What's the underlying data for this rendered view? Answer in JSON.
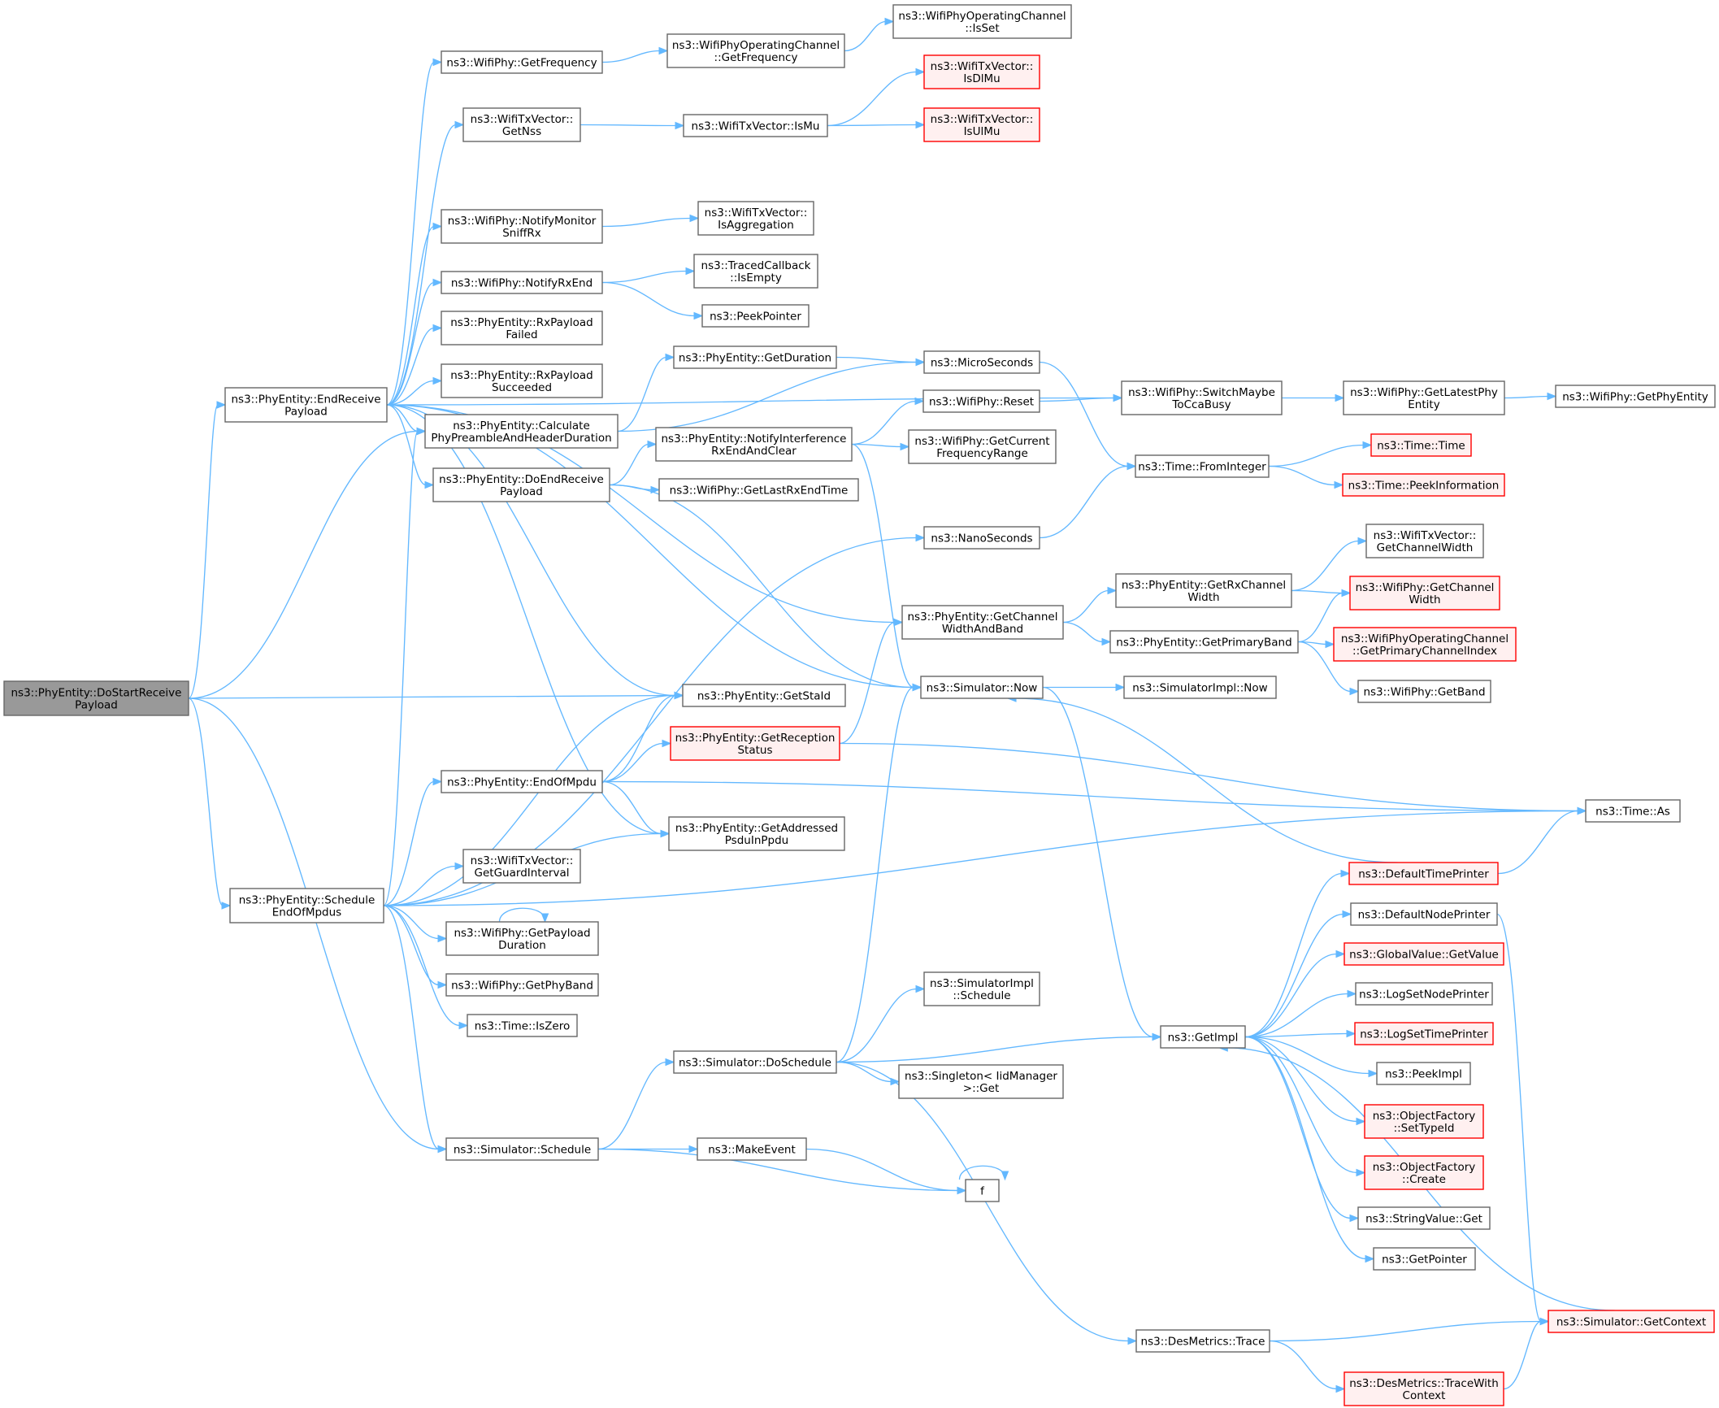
{
  "colors": {
    "edge": "#63b8ff",
    "node_border": "#666666",
    "node_fill": "#ffffff",
    "focus_fill": "#999999",
    "focus_border": "#666666",
    "truncated_border": "#ff0000",
    "truncated_fill": "#fff0f0",
    "text": "#000000"
  },
  "nodes": [
    {
      "id": "doStart",
      "lines": [
        "ns3::PhyEntity::DoStartReceive",
        "Payload"
      ],
      "style": "focus"
    },
    {
      "id": "endRecv",
      "lines": [
        "ns3::PhyEntity::EndReceive",
        "Payload"
      ],
      "style": "normal"
    },
    {
      "id": "schedEnd",
      "lines": [
        "ns3::PhyEntity::Schedule",
        "EndOfMpdus"
      ],
      "style": "normal"
    },
    {
      "id": "getFreq",
      "lines": [
        "ns3::WifiPhy::GetFrequency"
      ],
      "style": "normal"
    },
    {
      "id": "opGetFreq",
      "lines": [
        "ns3::WifiPhyOperatingChannel",
        "::GetFrequency"
      ],
      "style": "normal"
    },
    {
      "id": "isSet",
      "lines": [
        "ns3::WifiPhyOperatingChannel",
        "::IsSet"
      ],
      "style": "normal"
    },
    {
      "id": "getNss",
      "lines": [
        "ns3::WifiTxVector::",
        "GetNss"
      ],
      "style": "normal"
    },
    {
      "id": "isMu",
      "lines": [
        "ns3::WifiTxVector::IsMu"
      ],
      "style": "normal"
    },
    {
      "id": "isDlMu",
      "lines": [
        "ns3::WifiTxVector::",
        "IsDlMu"
      ],
      "style": "truncated"
    },
    {
      "id": "isUlMu",
      "lines": [
        "ns3::WifiTxVector::",
        "IsUlMu"
      ],
      "style": "truncated"
    },
    {
      "id": "notifyMon",
      "lines": [
        "ns3::WifiPhy::NotifyMonitor",
        "SniffRx"
      ],
      "style": "normal"
    },
    {
      "id": "isAgg",
      "lines": [
        "ns3::WifiTxVector::",
        "IsAggregation"
      ],
      "style": "normal"
    },
    {
      "id": "notifyRxEnd",
      "lines": [
        "ns3::WifiPhy::NotifyRxEnd"
      ],
      "style": "normal"
    },
    {
      "id": "isEmpty",
      "lines": [
        "ns3::TracedCallback",
        "::IsEmpty"
      ],
      "style": "normal"
    },
    {
      "id": "peekPtr",
      "lines": [
        "ns3::PeekPointer"
      ],
      "style": "normal"
    },
    {
      "id": "rxFailed",
      "lines": [
        "ns3::PhyEntity::RxPayload",
        "Failed"
      ],
      "style": "normal"
    },
    {
      "id": "rxSucc",
      "lines": [
        "ns3::PhyEntity::RxPayload",
        "Succeeded"
      ],
      "style": "normal"
    },
    {
      "id": "calcPre",
      "lines": [
        "ns3::PhyEntity::Calculate",
        "PhyPreambleAndHeaderDuration"
      ],
      "style": "normal"
    },
    {
      "id": "getDur",
      "lines": [
        "ns3::PhyEntity::GetDuration"
      ],
      "style": "normal"
    },
    {
      "id": "micro",
      "lines": [
        "ns3::MicroSeconds"
      ],
      "style": "normal"
    },
    {
      "id": "switchCca",
      "lines": [
        "ns3::WifiPhy::SwitchMaybe",
        "ToCcaBusy"
      ],
      "style": "normal"
    },
    {
      "id": "latestPhy",
      "lines": [
        "ns3::WifiPhy::GetLatestPhy",
        "Entity"
      ],
      "style": "normal"
    },
    {
      "id": "getPhyEnt",
      "lines": [
        "ns3::WifiPhy::GetPhyEntity"
      ],
      "style": "normal"
    },
    {
      "id": "doEndRecv",
      "lines": [
        "ns3::PhyEntity::DoEndReceive",
        "Payload"
      ],
      "style": "normal"
    },
    {
      "id": "notifyInt",
      "lines": [
        "ns3::PhyEntity::NotifyInterference",
        "RxEndAndClear"
      ],
      "style": "normal"
    },
    {
      "id": "reset",
      "lines": [
        "ns3::WifiPhy::Reset"
      ],
      "style": "normal"
    },
    {
      "id": "curFreqRange",
      "lines": [
        "ns3::WifiPhy::GetCurrent",
        "FrequencyRange"
      ],
      "style": "normal"
    },
    {
      "id": "lastRxEnd",
      "lines": [
        "ns3::WifiPhy::GetLastRxEndTime"
      ],
      "style": "normal"
    },
    {
      "id": "fromInt",
      "lines": [
        "ns3::Time::FromInteger"
      ],
      "style": "normal"
    },
    {
      "id": "timeTime",
      "lines": [
        "ns3::Time::Time"
      ],
      "style": "truncated"
    },
    {
      "id": "peekInfo",
      "lines": [
        "ns3::Time::PeekInformation"
      ],
      "style": "truncated"
    },
    {
      "id": "nano",
      "lines": [
        "ns3::NanoSeconds"
      ],
      "style": "normal"
    },
    {
      "id": "txGetCW",
      "lines": [
        "ns3::WifiTxVector::",
        "GetChannelWidth"
      ],
      "style": "normal"
    },
    {
      "id": "getRxCW",
      "lines": [
        "ns3::PhyEntity::GetRxChannel",
        "Width"
      ],
      "style": "normal"
    },
    {
      "id": "phyGetCW",
      "lines": [
        "ns3::WifiPhy::GetChannel",
        "Width"
      ],
      "style": "truncated"
    },
    {
      "id": "getCWB",
      "lines": [
        "ns3::PhyEntity::GetChannel",
        "WidthAndBand"
      ],
      "style": "normal"
    },
    {
      "id": "primBand",
      "lines": [
        "ns3::PhyEntity::GetPrimaryBand"
      ],
      "style": "normal"
    },
    {
      "id": "primIdx",
      "lines": [
        "ns3::WifiPhyOperatingChannel",
        "::GetPrimaryChannelIndex"
      ],
      "style": "truncated"
    },
    {
      "id": "getBand",
      "lines": [
        "ns3::WifiPhy::GetBand"
      ],
      "style": "normal"
    },
    {
      "id": "getStaId",
      "lines": [
        "ns3::PhyEntity::GetStaId"
      ],
      "style": "normal"
    },
    {
      "id": "simNow",
      "lines": [
        "ns3::Simulator::Now"
      ],
      "style": "normal"
    },
    {
      "id": "implNow",
      "lines": [
        "ns3::SimulatorImpl::Now"
      ],
      "style": "normal"
    },
    {
      "id": "getRecStat",
      "lines": [
        "ns3::PhyEntity::GetReception",
        "Status"
      ],
      "style": "truncated"
    },
    {
      "id": "endOfMpdu",
      "lines": [
        "ns3::PhyEntity::EndOfMpdu"
      ],
      "style": "normal"
    },
    {
      "id": "timeAs",
      "lines": [
        "ns3::Time::As"
      ],
      "style": "normal"
    },
    {
      "id": "getAddr",
      "lines": [
        "ns3::PhyEntity::GetAddressed",
        "PsduInPpdu"
      ],
      "style": "normal"
    },
    {
      "id": "guardInt",
      "lines": [
        "ns3::WifiTxVector::",
        "GetGuardInterval"
      ],
      "style": "normal"
    },
    {
      "id": "defTimePr",
      "lines": [
        "ns3::DefaultTimePrinter"
      ],
      "style": "truncated"
    },
    {
      "id": "defNodePr",
      "lines": [
        "ns3::DefaultNodePrinter"
      ],
      "style": "normal"
    },
    {
      "id": "payDur",
      "lines": [
        "ns3::WifiPhy::GetPayload",
        "Duration"
      ],
      "style": "normal"
    },
    {
      "id": "gvGet",
      "lines": [
        "ns3::GlobalValue::GetValue"
      ],
      "style": "truncated"
    },
    {
      "id": "phyBand",
      "lines": [
        "ns3::WifiPhy::GetPhyBand"
      ],
      "style": "normal"
    },
    {
      "id": "implSched",
      "lines": [
        "ns3::SimulatorImpl",
        "::Schedule"
      ],
      "style": "normal"
    },
    {
      "id": "logNode",
      "lines": [
        "ns3::LogSetNodePrinter"
      ],
      "style": "normal"
    },
    {
      "id": "isZero",
      "lines": [
        "ns3::Time::IsZero"
      ],
      "style": "normal"
    },
    {
      "id": "getImpl",
      "lines": [
        "ns3::GetImpl"
      ],
      "style": "normal"
    },
    {
      "id": "logTime",
      "lines": [
        "ns3::LogSetTimePrinter"
      ],
      "style": "truncated"
    },
    {
      "id": "doSched",
      "lines": [
        "ns3::Simulator::DoSchedule"
      ],
      "style": "normal"
    },
    {
      "id": "peekImpl",
      "lines": [
        "ns3::PeekImpl"
      ],
      "style": "normal"
    },
    {
      "id": "singleton",
      "lines": [
        "ns3::Singleton< IidManager",
        ">::Get"
      ],
      "style": "normal"
    },
    {
      "id": "setTypeId",
      "lines": [
        "ns3::ObjectFactory",
        "::SetTypeId"
      ],
      "style": "truncated"
    },
    {
      "id": "simSched",
      "lines": [
        "ns3::Simulator::Schedule"
      ],
      "style": "normal"
    },
    {
      "id": "makeEvent",
      "lines": [
        "ns3::MakeEvent"
      ],
      "style": "normal"
    },
    {
      "id": "ofCreate",
      "lines": [
        "ns3::ObjectFactory",
        "::Create"
      ],
      "style": "truncated"
    },
    {
      "id": "f",
      "lines": [
        "f"
      ],
      "style": "normal"
    },
    {
      "id": "svGet",
      "lines": [
        "ns3::StringValue::Get"
      ],
      "style": "normal"
    },
    {
      "id": "getPointer",
      "lines": [
        "ns3::GetPointer"
      ],
      "style": "normal"
    },
    {
      "id": "desTrace",
      "lines": [
        "ns3::DesMetrics::Trace"
      ],
      "style": "normal"
    },
    {
      "id": "getCtx",
      "lines": [
        "ns3::Simulator::GetContext"
      ],
      "style": "truncated"
    },
    {
      "id": "traceCtx",
      "lines": [
        "ns3::DesMetrics::TraceWith",
        "Context"
      ],
      "style": "truncated"
    }
  ],
  "edges": [
    [
      "doStart",
      "endRecv"
    ],
    [
      "doStart",
      "calcPre"
    ],
    [
      "doStart",
      "getStaId"
    ],
    [
      "doStart",
      "schedEnd"
    ],
    [
      "doStart",
      "simSched"
    ],
    [
      "endRecv",
      "getFreq"
    ],
    [
      "endRecv",
      "getNss"
    ],
    [
      "endRecv",
      "switchCca"
    ],
    [
      "endRecv",
      "notifyMon"
    ],
    [
      "endRecv",
      "notifyRxEnd"
    ],
    [
      "endRecv",
      "rxFailed"
    ],
    [
      "endRecv",
      "rxSucc"
    ],
    [
      "endRecv",
      "calcPre"
    ],
    [
      "endRecv",
      "doEndRecv"
    ],
    [
      "endRecv",
      "getCWB"
    ],
    [
      "endRecv",
      "simNow"
    ],
    [
      "endRecv",
      "getStaId"
    ],
    [
      "endRecv",
      "getAddr"
    ],
    [
      "getFreq",
      "opGetFreq"
    ],
    [
      "opGetFreq",
      "isSet"
    ],
    [
      "getNss",
      "isMu"
    ],
    [
      "isMu",
      "isDlMu"
    ],
    [
      "isMu",
      "isUlMu"
    ],
    [
      "notifyMon",
      "isAgg"
    ],
    [
      "notifyRxEnd",
      "isEmpty"
    ],
    [
      "notifyRxEnd",
      "peekPtr"
    ],
    [
      "calcPre",
      "getDur"
    ],
    [
      "calcPre",
      "micro"
    ],
    [
      "getDur",
      "micro"
    ],
    [
      "micro",
      "fromInt"
    ],
    [
      "doEndRecv",
      "notifyInt"
    ],
    [
      "doEndRecv",
      "lastRxEnd"
    ],
    [
      "doEndRecv",
      "simNow"
    ],
    [
      "notifyInt",
      "reset"
    ],
    [
      "notifyInt",
      "curFreqRange"
    ],
    [
      "notifyInt",
      "simNow"
    ],
    [
      "reset",
      "switchCca"
    ],
    [
      "switchCca",
      "latestPhy"
    ],
    [
      "latestPhy",
      "getPhyEnt"
    ],
    [
      "fromInt",
      "timeTime"
    ],
    [
      "fromInt",
      "peekInfo"
    ],
    [
      "nano",
      "fromInt"
    ],
    [
      "getCWB",
      "getRxCW"
    ],
    [
      "getCWB",
      "primBand"
    ],
    [
      "getRxCW",
      "txGetCW"
    ],
    [
      "getRxCW",
      "phyGetCW"
    ],
    [
      "primBand",
      "phyGetCW"
    ],
    [
      "primBand",
      "primIdx"
    ],
    [
      "primBand",
      "getBand"
    ],
    [
      "simNow",
      "implNow"
    ],
    [
      "simNow",
      "getImpl"
    ],
    [
      "schedEnd",
      "calcPre"
    ],
    [
      "schedEnd",
      "nano"
    ],
    [
      "schedEnd",
      "getStaId"
    ],
    [
      "schedEnd",
      "endOfMpdu"
    ],
    [
      "schedEnd",
      "guardInt"
    ],
    [
      "schedEnd",
      "payDur"
    ],
    [
      "schedEnd",
      "phyBand"
    ],
    [
      "schedEnd",
      "isZero"
    ],
    [
      "schedEnd",
      "getAddr"
    ],
    [
      "schedEnd",
      "timeAs"
    ],
    [
      "schedEnd",
      "simSched"
    ],
    [
      "endOfMpdu",
      "getStaId"
    ],
    [
      "endOfMpdu",
      "getRecStat"
    ],
    [
      "endOfMpdu",
      "timeAs"
    ],
    [
      "endOfMpdu",
      "getAddr"
    ],
    [
      "getRecStat",
      "getCWB"
    ],
    [
      "getRecStat",
      "timeAs"
    ],
    [
      "payDur",
      "payDur"
    ],
    [
      "simSched",
      "doSched"
    ],
    [
      "simSched",
      "makeEvent"
    ],
    [
      "simSched",
      "f"
    ],
    [
      "makeEvent",
      "f"
    ],
    [
      "f",
      "f"
    ],
    [
      "doSched",
      "simNow"
    ],
    [
      "doSched",
      "implSched"
    ],
    [
      "doSched",
      "getImpl"
    ],
    [
      "doSched",
      "singleton"
    ],
    [
      "doSched",
      "desTrace"
    ],
    [
      "getImpl",
      "defTimePr"
    ],
    [
      "getImpl",
      "defNodePr"
    ],
    [
      "getImpl",
      "gvGet"
    ],
    [
      "getImpl",
      "logNode"
    ],
    [
      "getImpl",
      "logTime"
    ],
    [
      "getImpl",
      "peekImpl"
    ],
    [
      "getImpl",
      "setTypeId"
    ],
    [
      "getImpl",
      "ofCreate"
    ],
    [
      "getImpl",
      "svGet"
    ],
    [
      "getImpl",
      "getPointer"
    ],
    [
      "defTimePr",
      "simNow"
    ],
    [
      "defTimePr",
      "timeAs"
    ],
    [
      "defNodePr",
      "getCtx"
    ],
    [
      "getCtx",
      "getImpl"
    ],
    [
      "desTrace",
      "getCtx"
    ],
    [
      "desTrace",
      "traceCtx"
    ],
    [
      "traceCtx",
      "getCtx"
    ]
  ]
}
